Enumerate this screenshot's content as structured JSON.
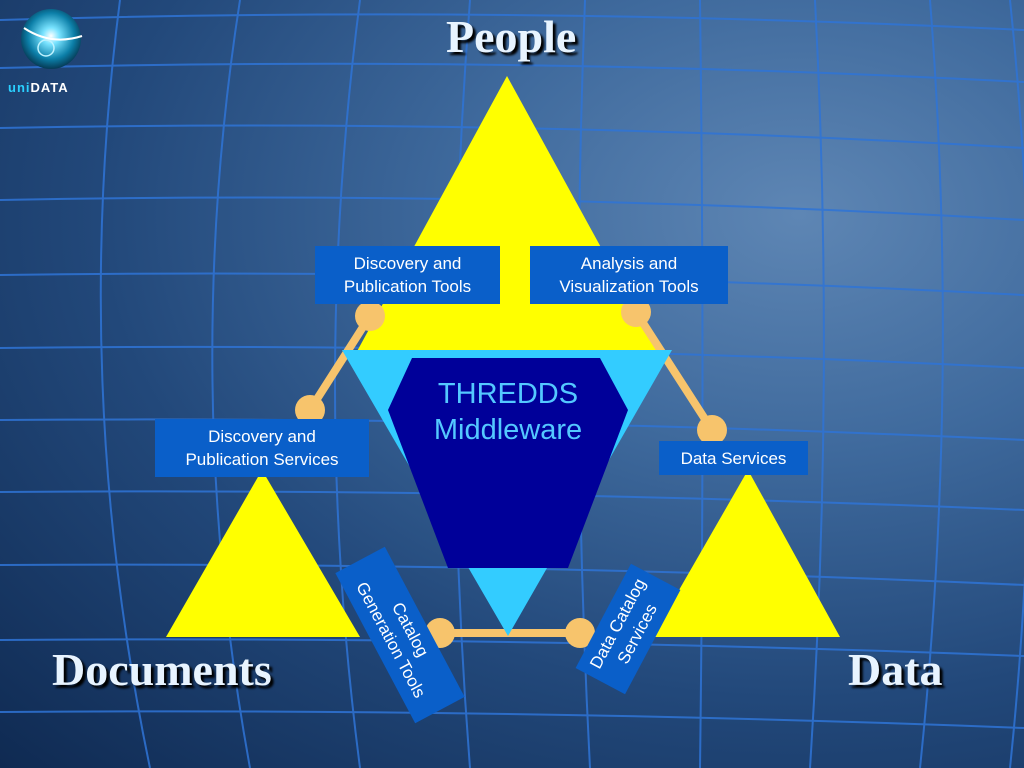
{
  "headings": {
    "people": "People",
    "documents": "Documents",
    "data": "Data"
  },
  "center": {
    "text": "THREDDS\nMiddleware"
  },
  "boxes": {
    "discovery_publication_tools": "Discovery and\nPublication Tools",
    "analysis_visualization_tools": "Analysis and\nVisualization Tools",
    "discovery_publication_services": "Discovery and\nPublication Services",
    "data_services": "Data Services",
    "catalog_generation_tools": "Catalog\nGeneration Tools",
    "data_catalog_services": "Data Catalog\nServices"
  },
  "logo": {
    "prefix": "uni",
    "suffix": "DATA"
  },
  "colors": {
    "triangle_yellow": "#ffff00",
    "connector_peach": "#f7c46c",
    "box_blue": "#0a5fc9",
    "center_outer": "#33ccff",
    "center_inner": "#000099",
    "center_text": "#54c8ff"
  }
}
